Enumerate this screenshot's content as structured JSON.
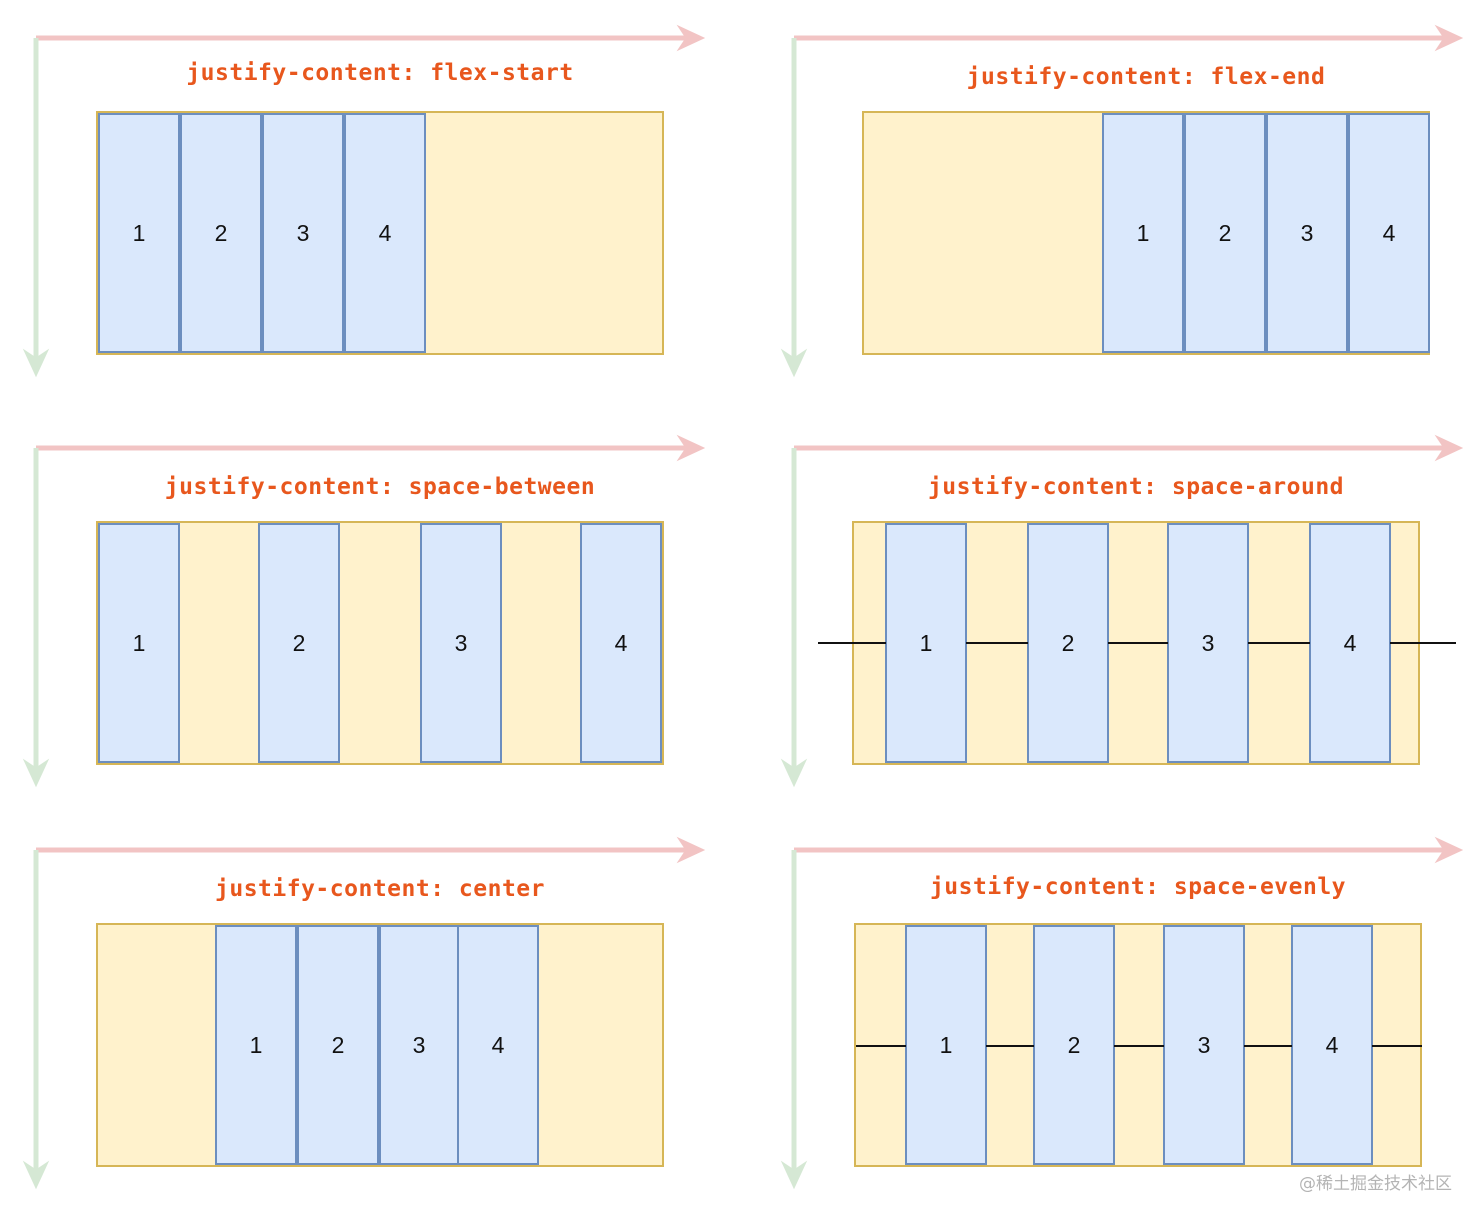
{
  "panels": [
    {
      "id": "flex-start",
      "title": "justify-content: flex-start",
      "items": [
        "1",
        "2",
        "3",
        "4"
      ]
    },
    {
      "id": "flex-end",
      "title": "justify-content: flex-end",
      "items": [
        "1",
        "2",
        "3",
        "4"
      ]
    },
    {
      "id": "space-between",
      "title": "justify-content: space-between",
      "items": [
        "1",
        "2",
        "3",
        "4"
      ]
    },
    {
      "id": "space-around",
      "title": "justify-content: space-around",
      "items": [
        "1",
        "2",
        "3",
        "4"
      ]
    },
    {
      "id": "center",
      "title": "justify-content: center",
      "items": [
        "1",
        "2",
        "3",
        "4"
      ]
    },
    {
      "id": "space-evenly",
      "title": "justify-content: space-evenly",
      "items": [
        "1",
        "2",
        "3",
        "4"
      ]
    }
  ],
  "watermark": "@稀土掘金技术社区",
  "colors": {
    "title": "#e8571d",
    "container_fill": "#fff2cc",
    "container_border": "#d6b656",
    "item_fill": "#dae8fc",
    "item_border": "#6c8ebf",
    "main_axis_arrow": "#f2c4c4",
    "cross_axis_arrow": "#d5e8d4"
  }
}
